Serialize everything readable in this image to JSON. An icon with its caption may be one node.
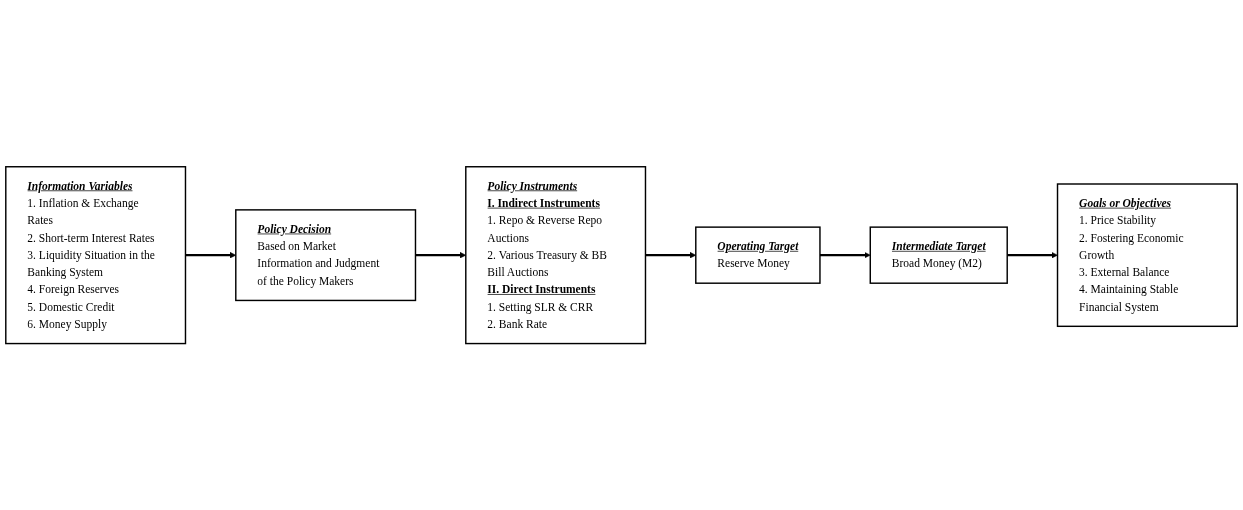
{
  "diagram": {
    "nodes": [
      {
        "text": [
          "Policy Instruments",
          "I. Indirect Instruments",
          "1. Repo & Reverse Repo Auctions",
          "2. Various Treasury & BB Bill Auctions",
          "II. Direct Instruments",
          "1. Setting SLR & CRR",
          "2. Bank Rate"
        ]
      },
      {
        "text": [
          "Operating Target",
          "Reserve Money"
        ]
      },
      {
        "text": [
          "Intermediate Target",
          "Broad Money (M2)"
        ]
      },
      {
        "text": [
          "Goals or Objectives",
          "1. Price Stability",
          "2. Fostering Economic Growth",
          "3. External Balance",
          "4. Maintaining Stable Financial System"
        ]
      },
      {
        "text": [
          "Information Variables",
          "1. Inflation & Exchange Rates",
          "2. Short-term Interest Rates",
          "3. Liquidity Situation in the Banking System",
          "4. Foreign Reserves",
          "5. Domestic Credit",
          "6. Money Supply"
        ]
      },
      {
        "text": [
          "Policy Decision",
          "Based on Market Information and Judgment of the Policy Makers"
        ]
      }
    ],
    "edges": [
      {
        "from": 0,
        "to": 1,
        "arrow": "to"
      },
      {
        "from": 1,
        "to": 2,
        "arrow": "to"
      },
      {
        "from": 2,
        "to": 3,
        "arrow": "to"
      },
      {
        "from": 4,
        "to": 5,
        "arrow": "to"
      },
      {
        "from": 5,
        "to": 0,
        "arrow": "to"
      }
    ]
  }
}
